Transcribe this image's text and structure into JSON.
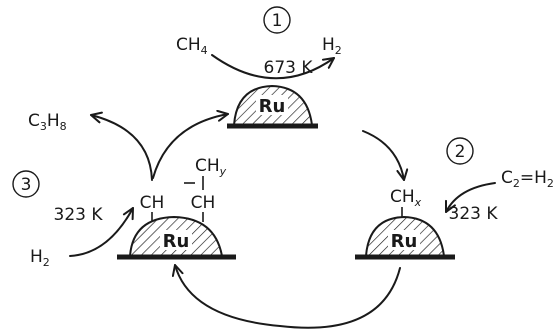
{
  "steps": [
    {
      "number": "1",
      "temperature": "673 K"
    },
    {
      "number": "2",
      "temperature": "323 K"
    },
    {
      "number": "3",
      "temperature": "323 K"
    }
  ],
  "metal_label": "Ru",
  "species": {
    "methane": {
      "main": "CH",
      "subscript": "4"
    },
    "hydrogen_top": {
      "main": "H",
      "subscript": "2"
    },
    "propane": {
      "main1": "C",
      "sub1": "3",
      "main2": "H",
      "sub2": "8"
    },
    "ethylene": {
      "main1": "C",
      "sub1": "2",
      "bond": "=",
      "main2": "H",
      "sub2": "2"
    },
    "hydrogen_left": {
      "main": "H",
      "subscript": "2"
    },
    "adsorbed_chx": {
      "main": "CH",
      "subscript": "x"
    },
    "adsorbed_ch": "CH",
    "adsorbed_chain_ch": "CH",
    "adsorbed_chy": {
      "main": "CH",
      "subscript": "y"
    }
  }
}
